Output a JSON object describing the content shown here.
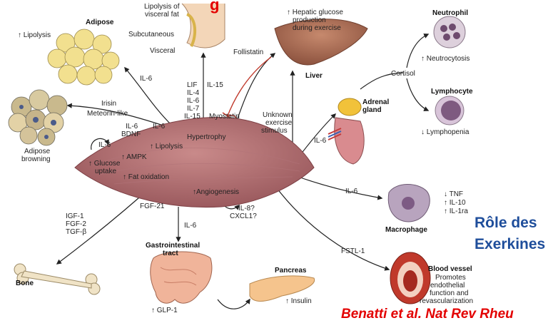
{
  "heading_fragment": "g",
  "side_title": [
    "Rôle des",
    "Exerkines"
  ],
  "credit": "Benatti et al. Nat Rev Rheu",
  "muscle": {
    "il6_a": "IL-6",
    "bdnf": [
      "IL-6",
      "BDNF"
    ],
    "il6_b": "IL-6",
    "lipolysis": "↑ Lipolysis",
    "ampk": "↑ AMPK",
    "glucose_uptake": [
      "↑ Glucose",
      "uptake"
    ],
    "fat_oxidation": "↑ Fat oxidation",
    "hypertrophy": "Hypertrophy",
    "angiogenesis": "↑Angiogenesis"
  },
  "adipose": {
    "title": "Adipose",
    "effect": "↑ Lipolysis",
    "signal": "IL-6"
  },
  "browning": {
    "title": [
      "Adipose",
      "browning"
    ],
    "signals": [
      "Irisin",
      "Meteorin-like"
    ]
  },
  "visceral": {
    "title": [
      "Lipolysis of",
      "visceral fat"
    ],
    "subcutaneous": "Subcutaneous",
    "visceral": "Visceral"
  },
  "center_signals": {
    "list": [
      "LIF",
      "IL-4",
      "IL-6",
      "IL-7",
      "IL-15"
    ],
    "il15": "IL-15",
    "myostatin": "Myostatin",
    "follistatin": "Follistatin"
  },
  "liver": {
    "effect": [
      "↑ Hepatic glucose",
      "production",
      "during exercise"
    ],
    "title": "Liver",
    "unknown": [
      "Unknown",
      "exercise",
      "stimulus"
    ]
  },
  "adrenal": {
    "title": [
      "Adrenal",
      "gland"
    ],
    "signal": "IL-6",
    "cortisol": "Cortisol"
  },
  "neutrophil": {
    "title": "Neutrophil",
    "effect": "↑ Neutrocytosis"
  },
  "lymphocyte": {
    "title": "Lymphocyte",
    "effect": "↓ Lymphopenia"
  },
  "macrophage": {
    "title": "Macrophage",
    "signal": "IL-6",
    "effects": [
      "↓ TNF",
      "↑ IL-10",
      "↑ IL-1ra"
    ]
  },
  "bone": {
    "title": "Bone",
    "signals": [
      "IGF-1",
      "FGF-2",
      "TGF-β"
    ]
  },
  "fgf21": "FGF-21",
  "il8": [
    "IL-8?",
    "CXCL1?"
  ],
  "gi": {
    "title": [
      "Gastrointestinal",
      "tract"
    ],
    "signal": "IL-6",
    "effect": "↑ GLP-1"
  },
  "pancreas": {
    "title": "Pancreas",
    "effect": "↑ Insulin"
  },
  "vessel": {
    "title": "Blood vessel",
    "signal": "FSTL-1",
    "effect": [
      "Promotes",
      "endothelial",
      "function and",
      "revascularization"
    ]
  }
}
